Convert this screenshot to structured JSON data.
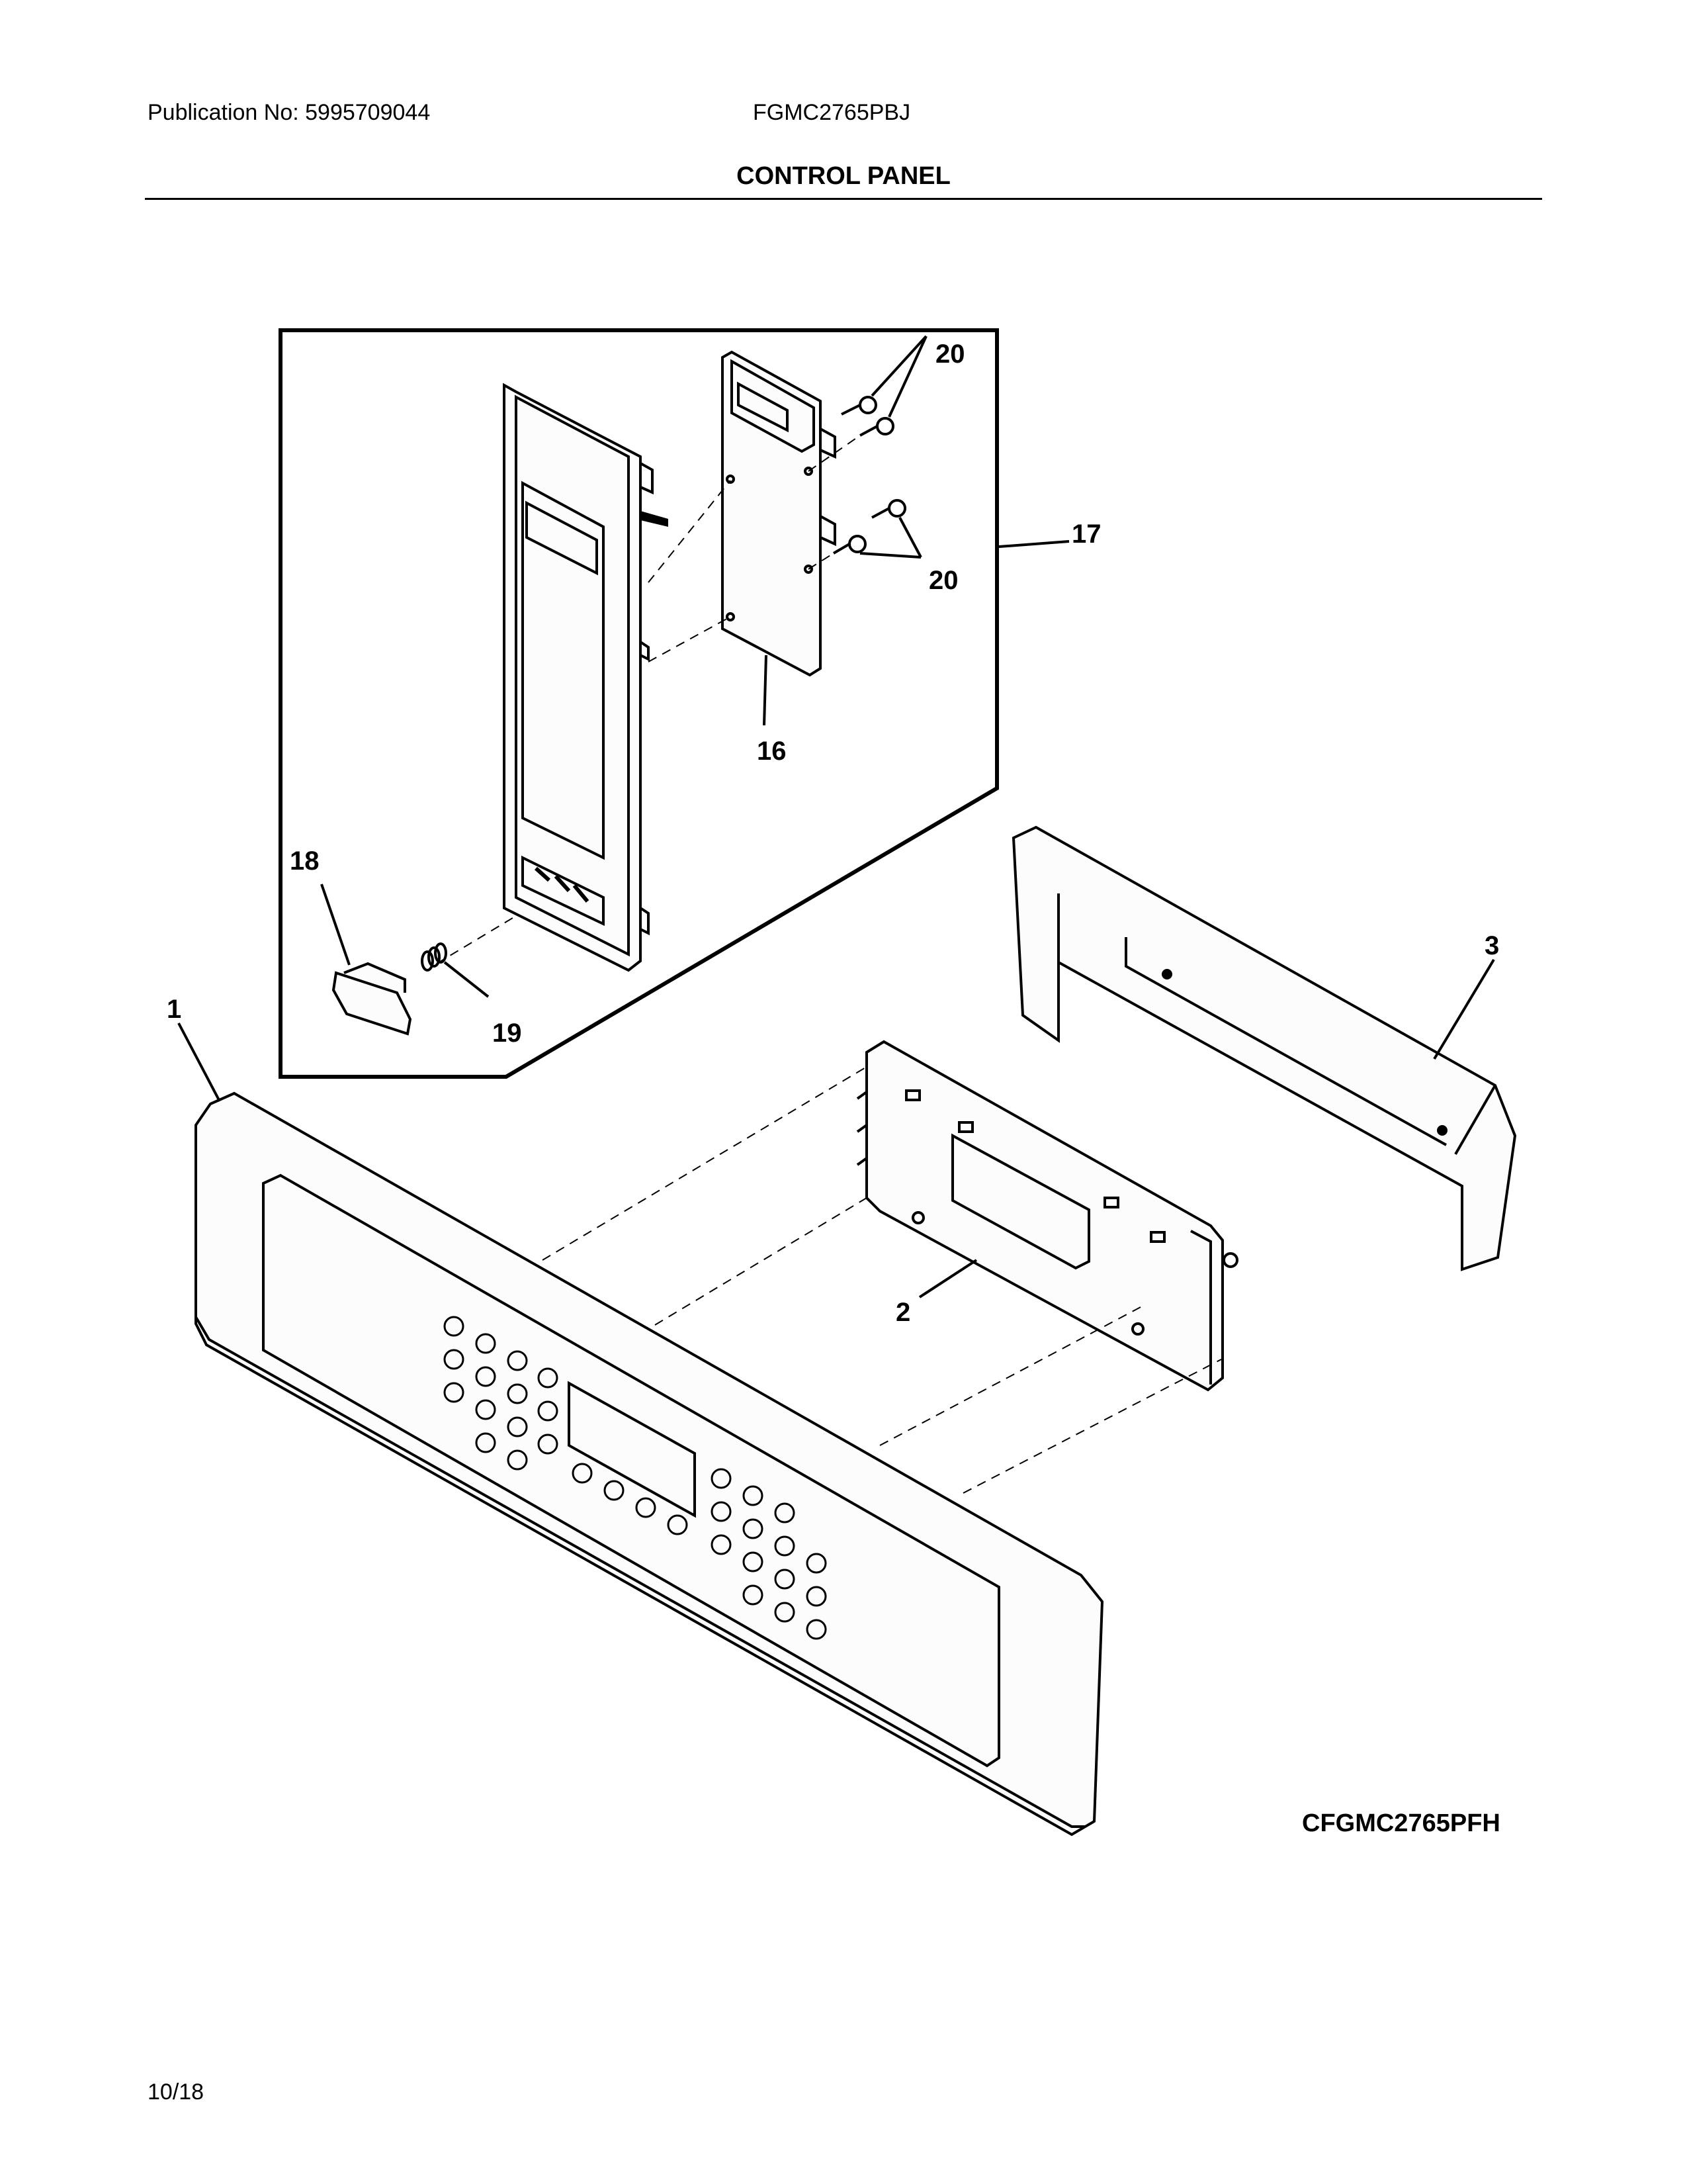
{
  "header": {
    "publication": "Publication No: 5995709044",
    "model": "FGMC2765PBJ",
    "title": "CONTROL PANEL"
  },
  "figure_code": "CFGMC2765PFH",
  "footer": {
    "date": "10/18"
  },
  "callouts": {
    "c1": "1",
    "c2": "2",
    "c3": "3",
    "c16": "16",
    "c17": "17",
    "c18": "18",
    "c19": "19",
    "c20a": "20",
    "c20b": "20"
  }
}
